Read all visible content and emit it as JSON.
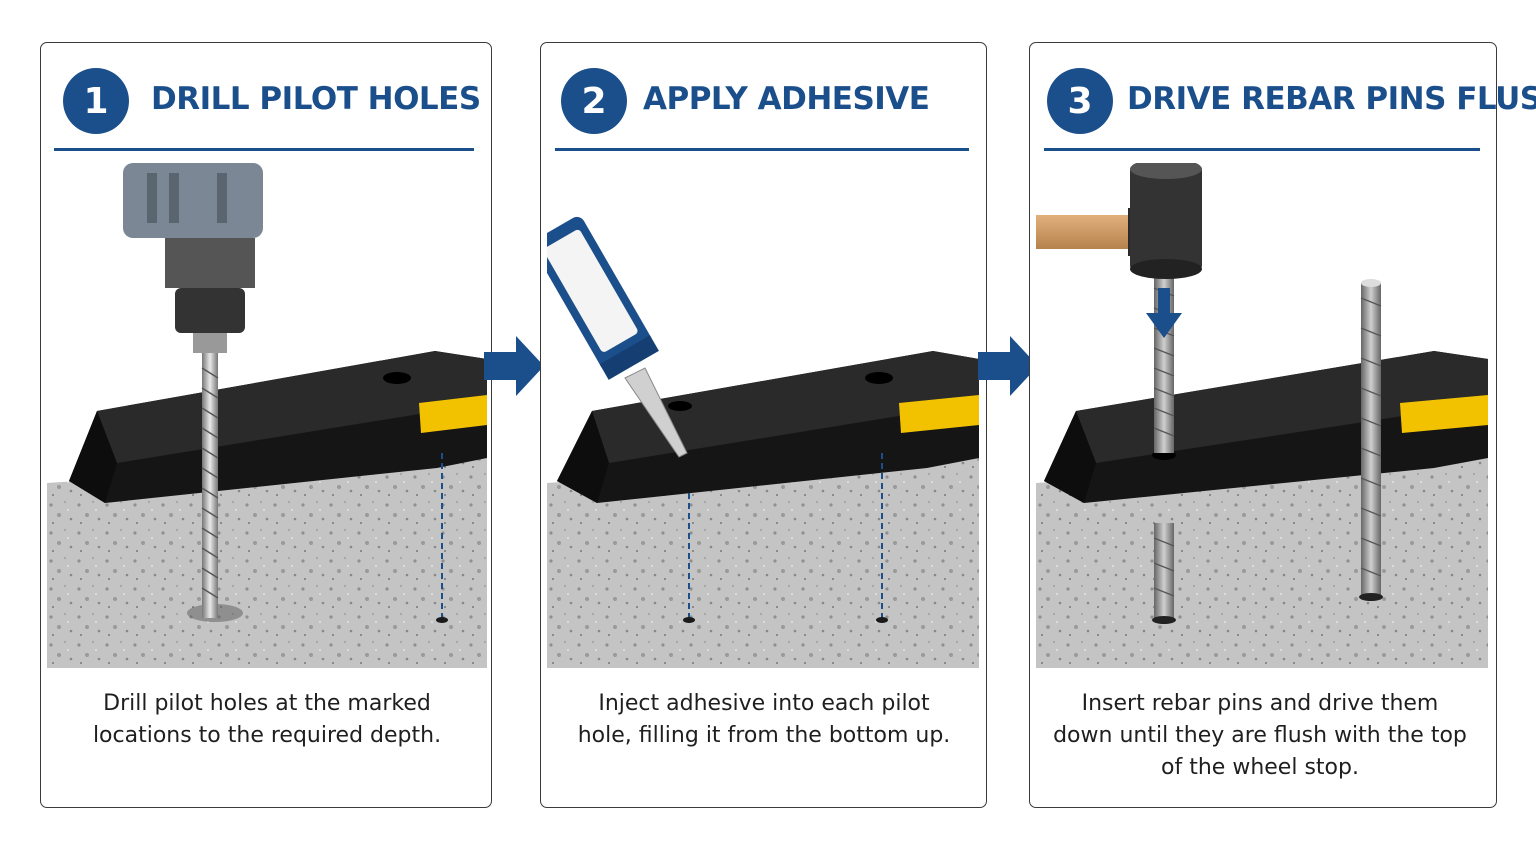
{
  "steps": [
    {
      "number": "1",
      "title": "DRILL PILOT HOLES",
      "caption": "Drill pilot holes at the marked locations to the required depth."
    },
    {
      "number": "2",
      "title": "APPLY ADHESIVE",
      "caption": "Inject adhesive into each pilot hole, filling it from the bottom up."
    },
    {
      "number": "3",
      "title": "DRIVE REBAR PINS FLUSH",
      "caption": "Insert rebar pins and drive them down until they are flush with the top of the wheel stop."
    }
  ],
  "colors": {
    "accent": "#1b4f8c",
    "wheel_stop": "#1c1c1c",
    "reflector": "#f2c200",
    "concrete": "#c9c9c9"
  },
  "icons": [
    "drill-icon",
    "caulk-gun-tube-icon",
    "hammer-icon",
    "right-arrow-icon",
    "down-arrow-icon"
  ]
}
